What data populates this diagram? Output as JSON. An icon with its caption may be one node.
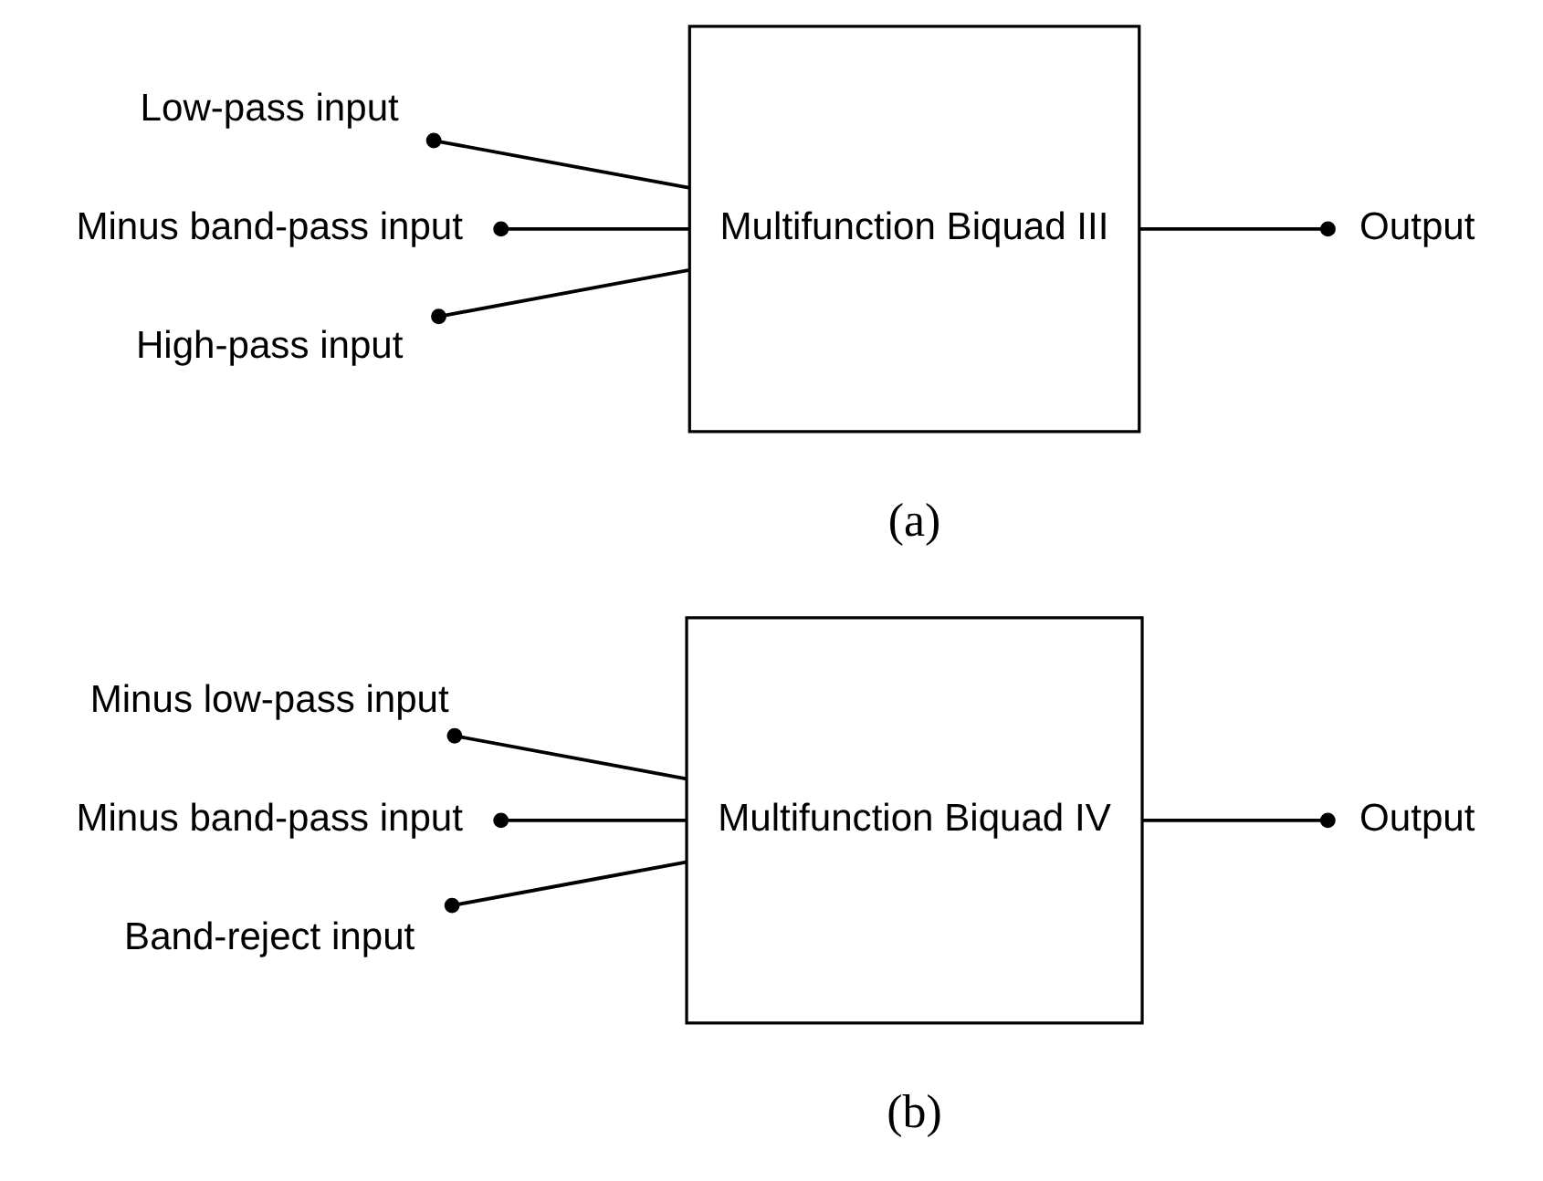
{
  "diagram": {
    "nodes": [
      {
        "text": [
          "Low-pass input"
        ]
      },
      {
        "text": [
          "Minus band-pass input"
        ]
      },
      {
        "text": [
          "High-pass input"
        ]
      },
      {
        "text": [
          "Multifunction Biquad III"
        ]
      },
      {
        "text": [
          "Output"
        ]
      },
      {
        "text": [
          "Minus low-pass input"
        ]
      },
      {
        "text": [
          "Minus band-pass input"
        ]
      },
      {
        "text": [
          "Band-reject input"
        ]
      },
      {
        "text": [
          "Multifunction Biquad IV"
        ]
      },
      {
        "text": [
          "Output"
        ]
      }
    ],
    "edges": [
      {
        "from": 0,
        "to": 3,
        "arrow": "other"
      },
      {
        "from": 1,
        "to": 3,
        "arrow": "other"
      },
      {
        "from": 2,
        "to": 3,
        "arrow": "other"
      },
      {
        "from": 3,
        "to": 4,
        "arrow": "other"
      },
      {
        "from": 5,
        "to": 8,
        "arrow": "other"
      },
      {
        "from": 6,
        "to": 8,
        "arrow": "other"
      },
      {
        "from": 7,
        "to": 8,
        "arrow": "other"
      },
      {
        "from": 8,
        "to": 9,
        "arrow": "other"
      }
    ],
    "labels": [
      "(a)",
      "(b)"
    ]
  }
}
